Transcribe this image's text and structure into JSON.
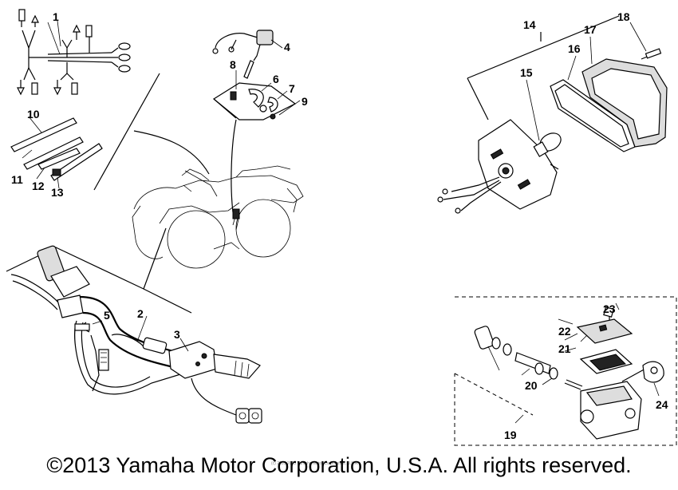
{
  "callouts": {
    "c1": "1",
    "c2": "2",
    "c3": "3",
    "c4": "4",
    "c5": "5",
    "c6": "6",
    "c7": "7",
    "c8": "8",
    "c9": "9",
    "c10": "10",
    "c11": "11",
    "c12": "12",
    "c13": "13",
    "c14": "14",
    "c15": "15",
    "c16": "16",
    "c17": "17",
    "c18": "18",
    "c19": "19",
    "c20": "20",
    "c21": "21",
    "c22": "22",
    "c23": "23",
    "c24": "24"
  },
  "watermark_small": "(c) 2005-2013 Yamaha Motor Corporation, U.S.A.",
  "copyright": "©2013 Yamaha Motor Corporation, U.S.A. All rights reserved."
}
